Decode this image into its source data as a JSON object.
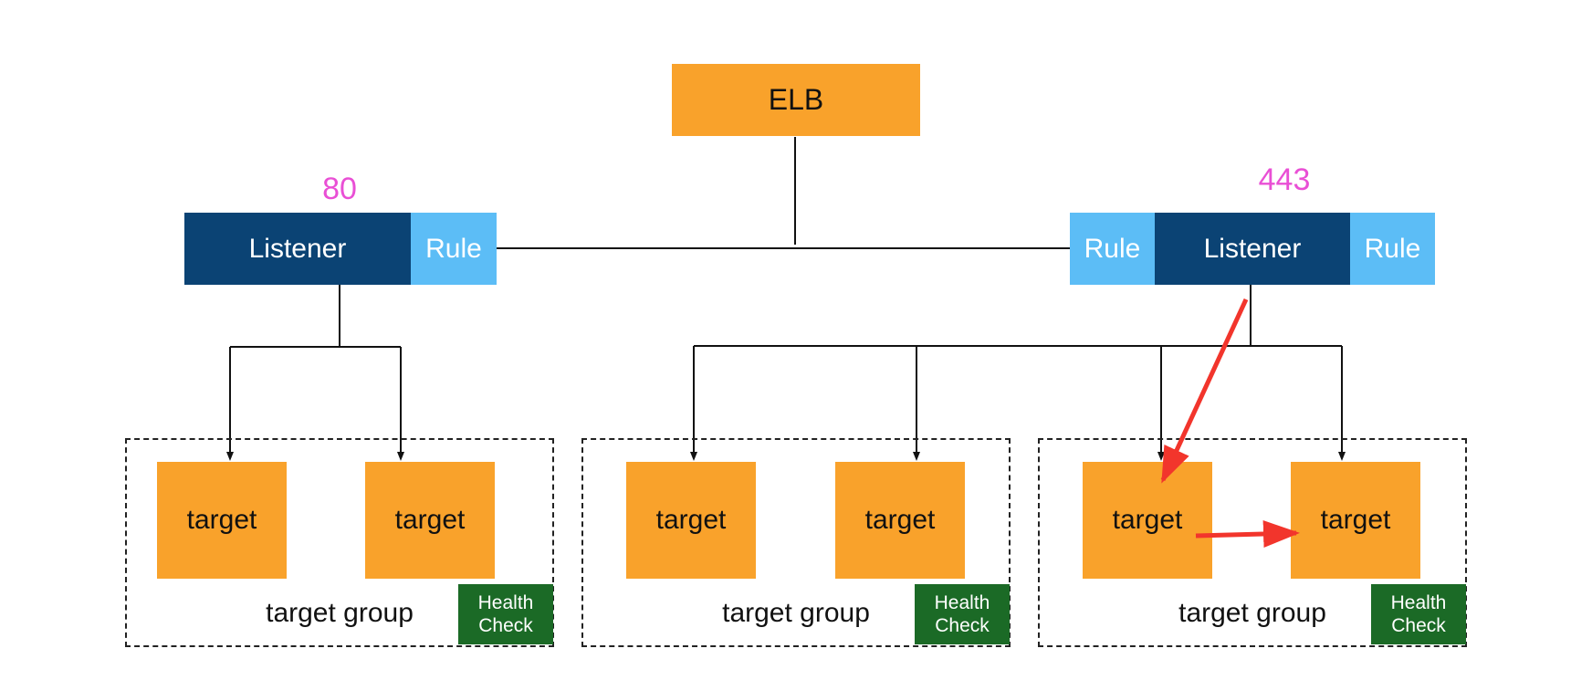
{
  "elb": {
    "label": "ELB"
  },
  "left_listener": {
    "port": "80",
    "listener": "Listener",
    "rule": "Rule"
  },
  "right_listener": {
    "port": "443",
    "rule_left": "Rule",
    "listener": "Listener",
    "rule_right": "Rule"
  },
  "target_label": "target",
  "groups": [
    {
      "label": "target group",
      "health_line1": "Health",
      "health_line2": "Check"
    },
    {
      "label": "target group",
      "health_line1": "Health",
      "health_line2": "Check"
    },
    {
      "label": "target group",
      "health_line1": "Health",
      "health_line2": "Check"
    }
  ],
  "colors": {
    "elb": "#f9a22b",
    "listener": "#0b4374",
    "rule": "#5cbdf6",
    "target": "#f9a22b",
    "health_check": "#1b6a26",
    "port_text": "#e94fd5",
    "highlight_arrow": "#f2352c"
  }
}
